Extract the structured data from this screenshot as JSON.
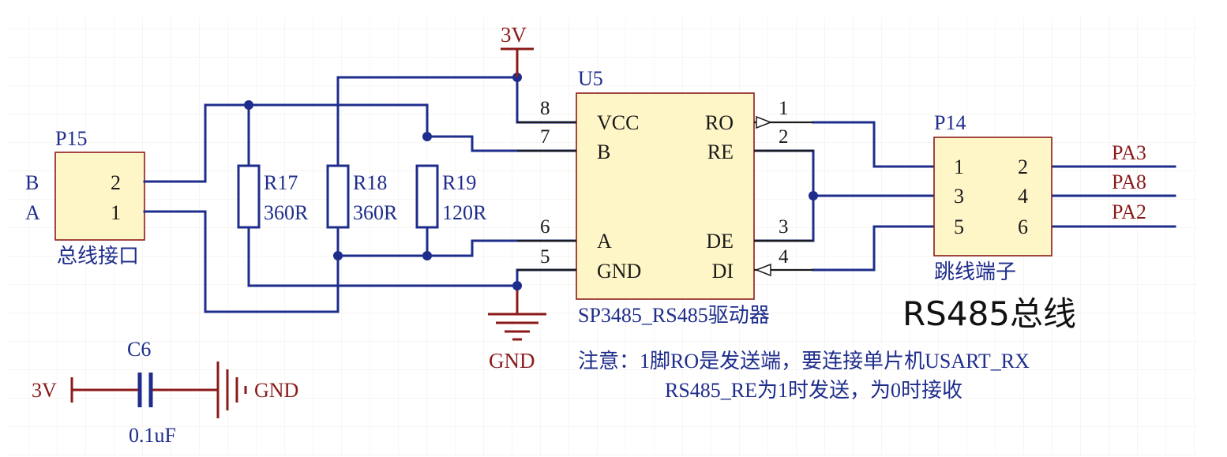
{
  "connector_p15": {
    "ref": "P15",
    "desc": "总线接口",
    "pin2": "2",
    "pin1": "1",
    "net_b": "B",
    "net_a": "A"
  },
  "resistors": [
    {
      "ref": "R17",
      "value": "360R"
    },
    {
      "ref": "R18",
      "value": "360R"
    },
    {
      "ref": "R19",
      "value": "120R"
    }
  ],
  "ic_u5": {
    "ref": "U5",
    "desc": "SP3485_RS485驱动器",
    "left_pins": [
      {
        "num": "8",
        "name": "VCC"
      },
      {
        "num": "7",
        "name": "B"
      },
      {
        "num": "6",
        "name": "A"
      },
      {
        "num": "5",
        "name": "GND"
      }
    ],
    "right_pins": [
      {
        "num": "1",
        "name": "RO"
      },
      {
        "num": "2",
        "name": "RE"
      },
      {
        "num": "3",
        "name": "DE"
      },
      {
        "num": "4",
        "name": "DI"
      }
    ]
  },
  "power": {
    "vcc": "3V",
    "gnd": "GND"
  },
  "connector_p14": {
    "ref": "P14",
    "desc": "跳线端子",
    "pins_left": [
      "1",
      "3",
      "5"
    ],
    "pins_right": [
      "2",
      "4",
      "6"
    ],
    "nets": [
      "PA3",
      "PA8",
      "PA2"
    ]
  },
  "capacitor": {
    "ref": "C6",
    "value": "0.1uF",
    "left_net": "3V",
    "right_net": "GND"
  },
  "title": "RS485总线",
  "notes": [
    "注意：1脚RO是发送端，要连接单片机USART_RX",
    "RS485_RE为1时发送，为0时接收"
  ],
  "colors": {
    "wire": "#1e2d8c",
    "power": "#8b1a1a",
    "part_fill": "#fff6c8",
    "grid": "#f3f1ec"
  }
}
